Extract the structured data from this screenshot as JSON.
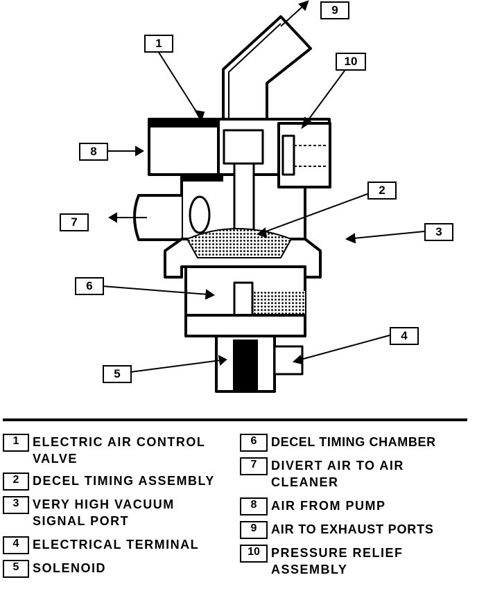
{
  "callouts": [
    "1",
    "2",
    "3",
    "4",
    "5",
    "6",
    "7",
    "8",
    "9",
    "10"
  ],
  "legend": [
    {
      "num": "1",
      "text": "ELECTRIC AIR CONTROL\nVALVE"
    },
    {
      "num": "2",
      "text": "DECEL TIMING ASSEMBLY"
    },
    {
      "num": "3",
      "text": "VERY HIGH VACUUM\nSIGNAL PORT"
    },
    {
      "num": "4",
      "text": "ELECTRICAL TERMINAL"
    },
    {
      "num": "5",
      "text": "SOLENOID"
    },
    {
      "num": "6",
      "text": "DECEL TIMING CHAMBER"
    },
    {
      "num": "7",
      "text": "DIVERT AIR TO AIR\nCLEANER"
    },
    {
      "num": "8",
      "text": "AIR FROM PUMP"
    },
    {
      "num": "9",
      "text": "AIR TO EXHAUST PORTS"
    },
    {
      "num": "10",
      "text": "PRESSURE RELIEF\nASSEMBLY"
    }
  ]
}
